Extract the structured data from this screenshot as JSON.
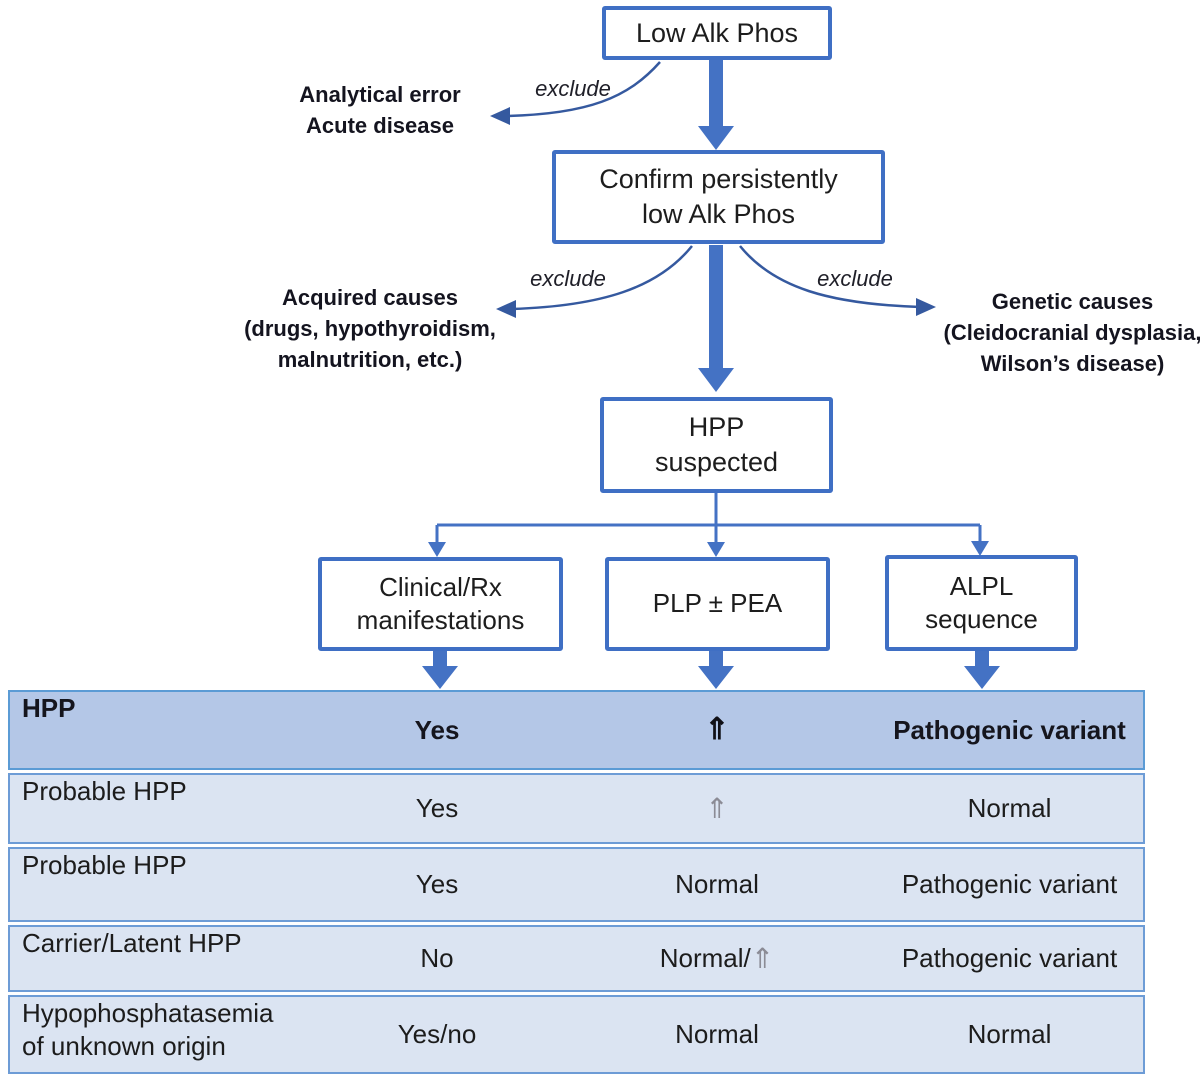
{
  "colors": {
    "accent_blue": "#4472c4",
    "box_border": "#3f6fc4",
    "curve_blue": "#35599f",
    "table_header_bg": "#b4c7e7",
    "table_row_bg": "#dbe4f2",
    "table_border": "#6d9cd6",
    "gray_arrow": "#8b8b95"
  },
  "flowchart": {
    "box_low": "Low Alk Phos",
    "exclude_top": "exclude",
    "analytical": {
      "line1": "Analytical error",
      "line2": "Acute disease"
    },
    "box_confirm": {
      "line1": "Confirm persistently",
      "line2": "low Alk Phos"
    },
    "exclude_left": "exclude",
    "exclude_right": "exclude",
    "acquired": {
      "title": "Acquired causes",
      "line2": "(drugs, hypothyroidism,",
      "line3": "malnutrition, etc.)"
    },
    "genetic": {
      "title": "Genetic causes",
      "line2": "(Cleidocranial dysplasia,",
      "line3": "Wilson’s disease)"
    },
    "box_hpp": {
      "line1": "HPP",
      "line2": "suspected"
    },
    "box_clinical": {
      "line1": "Clinical/Rx",
      "line2": "manifestations"
    },
    "box_plp": "PLP ± PEA",
    "box_alpl": {
      "line1": "ALPL",
      "line2": "sequence"
    }
  },
  "table": {
    "header": {
      "c1": "HPP",
      "c2": "Yes",
      "c3_arrow": "⇑",
      "c4": "Pathogenic variant"
    },
    "rows": [
      {
        "c1": "Probable HPP",
        "c2": "Yes",
        "c3_arrow": "⇑",
        "c4": "Normal"
      },
      {
        "c1": "Probable HPP",
        "c2": "Yes",
        "c3": "Normal",
        "c4": "Pathogenic variant"
      },
      {
        "c1": "Carrier/Latent HPP",
        "c2": "No",
        "c3_prefix": "Normal/",
        "c3_arrow": "⇑",
        "c4": "Pathogenic variant"
      },
      {
        "c1_line1": "Hypophosphatasemia",
        "c1_line2": "of unknown origin",
        "c2": "Yes/no",
        "c3": "Normal",
        "c4": "Normal"
      }
    ]
  }
}
